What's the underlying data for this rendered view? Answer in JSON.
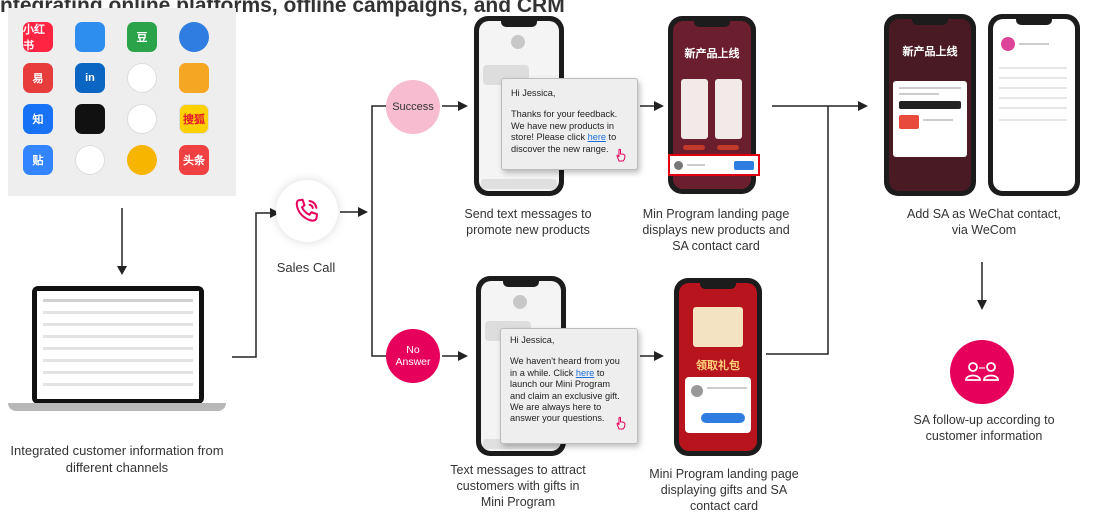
{
  "header": {
    "title": "ntegrating online platforms, offline campaigns, and CRM"
  },
  "channels": {
    "icons": [
      {
        "name": "xiaohongshu-icon",
        "label": "小红书",
        "color": "#ff2442"
      },
      {
        "name": "feige-icon",
        "label": "",
        "color": "#2d8ef0"
      },
      {
        "name": "douban-icon",
        "label": "豆",
        "color": "#2aa34b"
      },
      {
        "name": "mail-icon",
        "label": "",
        "color": "#2f7de1"
      },
      {
        "name": "yixin-icon",
        "label": "易",
        "color": "#e73c3c"
      },
      {
        "name": "linkedin-icon",
        "label": "in",
        "color": "#0a66c2"
      },
      {
        "name": "weibo-icon",
        "label": "",
        "color": "#ffffff"
      },
      {
        "name": "kuaishou-icon",
        "label": "",
        "color": "#f5a623"
      },
      {
        "name": "zhihu-icon",
        "label": "知",
        "color": "#1772f6"
      },
      {
        "name": "tiktok-icon",
        "label": "",
        "color": "#111111"
      },
      {
        "name": "aperture-icon",
        "label": "",
        "color": "#ffffff"
      },
      {
        "name": "sohu-icon",
        "label": "搜狐",
        "color": "#ffd100"
      },
      {
        "name": "tieba-icon",
        "label": "贴",
        "color": "#3385ff"
      },
      {
        "name": "qq-icon",
        "label": "",
        "color": "#ffffff"
      },
      {
        "name": "star-icon",
        "label": "",
        "color": "#f7b500"
      },
      {
        "name": "toutiao-icon",
        "label": "头条",
        "color": "#f04142"
      }
    ],
    "caption": "Integrated customer information from different channels"
  },
  "sales_call": {
    "label": "Sales Call"
  },
  "branches": {
    "success": "Success",
    "no_answer": "No Answer"
  },
  "success_sms": {
    "greeting": "Hi Jessica,",
    "body_before_link": "Thanks for your feedback. We have new products in store! Please click ",
    "link": "here",
    "body_after_link": " to discover the new range.",
    "caption": "Send text messages to promote new products"
  },
  "success_landing": {
    "screen_title": "新产品上线",
    "caption": "Min Program landing page displays new products and SA contact card"
  },
  "noanswer_sms": {
    "greeting": "Hi Jessica,",
    "body_before_link": "We haven't heard from you in a while. Click ",
    "link": "here",
    "body_after_link": " to launch our Mini Program and claim an exclusive gift. We are always here to answer your questions.",
    "caption": "Text messages to attract customers with gifts in Mini Program"
  },
  "noanswer_landing": {
    "screen_title": "领取礼包",
    "caption": "Mini Program landing page displaying gifts and SA contact card"
  },
  "wechat": {
    "screen_title": "新产品上线",
    "caption": "Add SA as WeChat contact, via WeCom"
  },
  "followup": {
    "caption": "SA follow-up according to customer information"
  },
  "colors": {
    "accent": "#e6005c",
    "pink_light": "#f7bccf"
  }
}
